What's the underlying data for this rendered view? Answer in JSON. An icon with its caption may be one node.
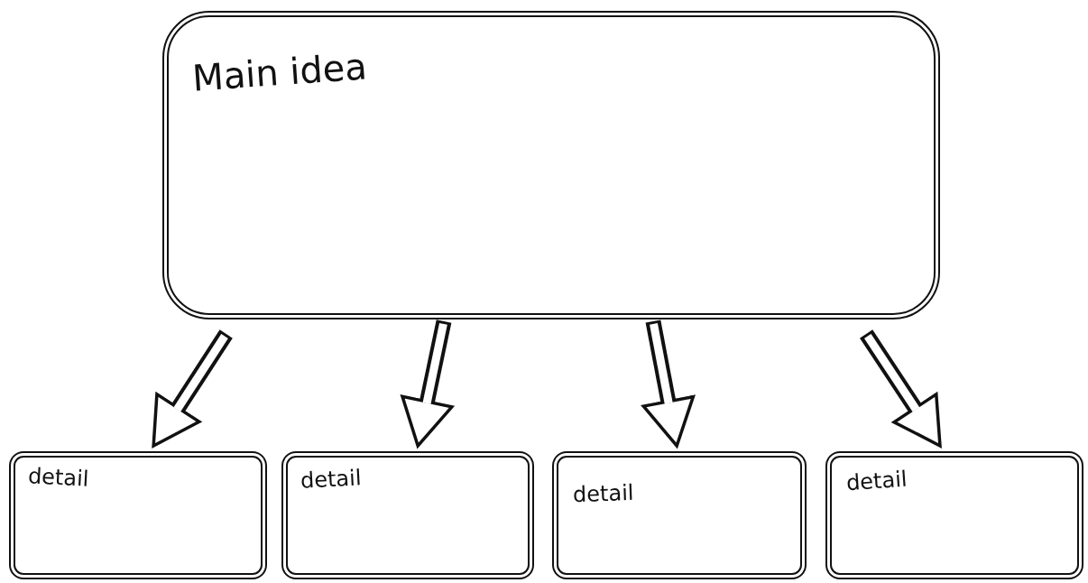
{
  "diagram": {
    "nodes": [
      {
        "text": [
          "Main idea"
        ]
      },
      {
        "text": [
          "detail"
        ]
      },
      {
        "text": [
          "detail"
        ]
      },
      {
        "text": [
          "detail"
        ]
      },
      {
        "text": [
          "detail"
        ]
      }
    ],
    "edges": [
      {
        "from": 0,
        "to": 1,
        "arrow": "to"
      },
      {
        "from": 0,
        "to": 2,
        "arrow": "to"
      },
      {
        "from": 0,
        "to": 3,
        "arrow": "to"
      },
      {
        "from": 0,
        "to": 4,
        "arrow": "to"
      }
    ]
  }
}
